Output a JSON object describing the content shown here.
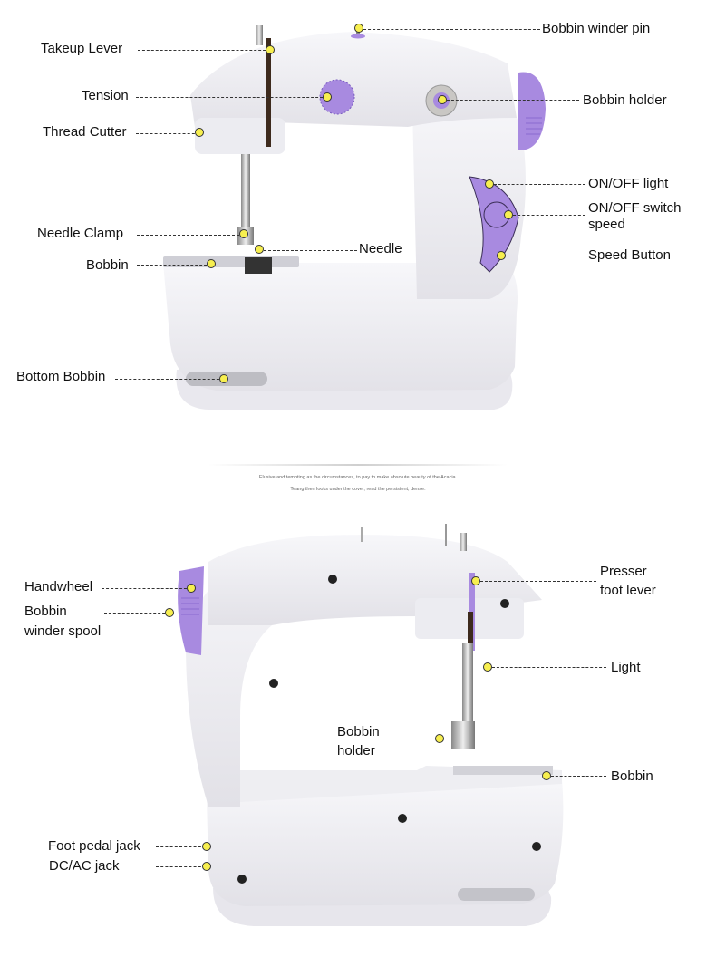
{
  "colors": {
    "body_white": "#f1f0f4",
    "body_shadow": "#dcdbe2",
    "accent_purple": "#a88ae0",
    "dark_purple": "#7a5cc0",
    "marker_yellow": "#f7ef4f",
    "leader_line": "#333333"
  },
  "top_diagram": {
    "labels": {
      "takeup_lever": "Takeup Lever",
      "tension": "Tension",
      "thread_cutter": "Thread Cutter",
      "needle_clamp": "Needle Clamp",
      "bobbin": "Bobbin",
      "bottom_bobbin": "Bottom Bobbin",
      "needle": "Needle",
      "bobbin_winder_pin": "Bobbin winder pin",
      "bobbin_holder": "Bobbin holder",
      "on_off_light": "ON/OFF light",
      "on_off_switch_speed_line1": "ON/OFF switch",
      "on_off_switch_speed_line2": "speed",
      "speed_button": "Speed Button"
    }
  },
  "divider": {
    "caption_line1": "Elusive and tempting as the circumstances, to pay to make absolute beauty of the Acacia.",
    "caption_line2": "Teang then looks under the cover, read the persistent, dense."
  },
  "bottom_diagram": {
    "labels": {
      "handwheel": "Handwheel",
      "bobbin_winder_spool_line1": "Bobbin",
      "bobbin_winder_spool_line2": "winder spool",
      "presser_foot_lever_line1": "Presser",
      "presser_foot_lever_line2": "foot lever",
      "light": "Light",
      "bobbin_holder_line1": "Bobbin",
      "bobbin_holder_line2": "holder",
      "bobbin": "Bobbin",
      "foot_pedal_jack": "Foot pedal jack",
      "dc_ac_jack": "DC/AC jack"
    }
  }
}
